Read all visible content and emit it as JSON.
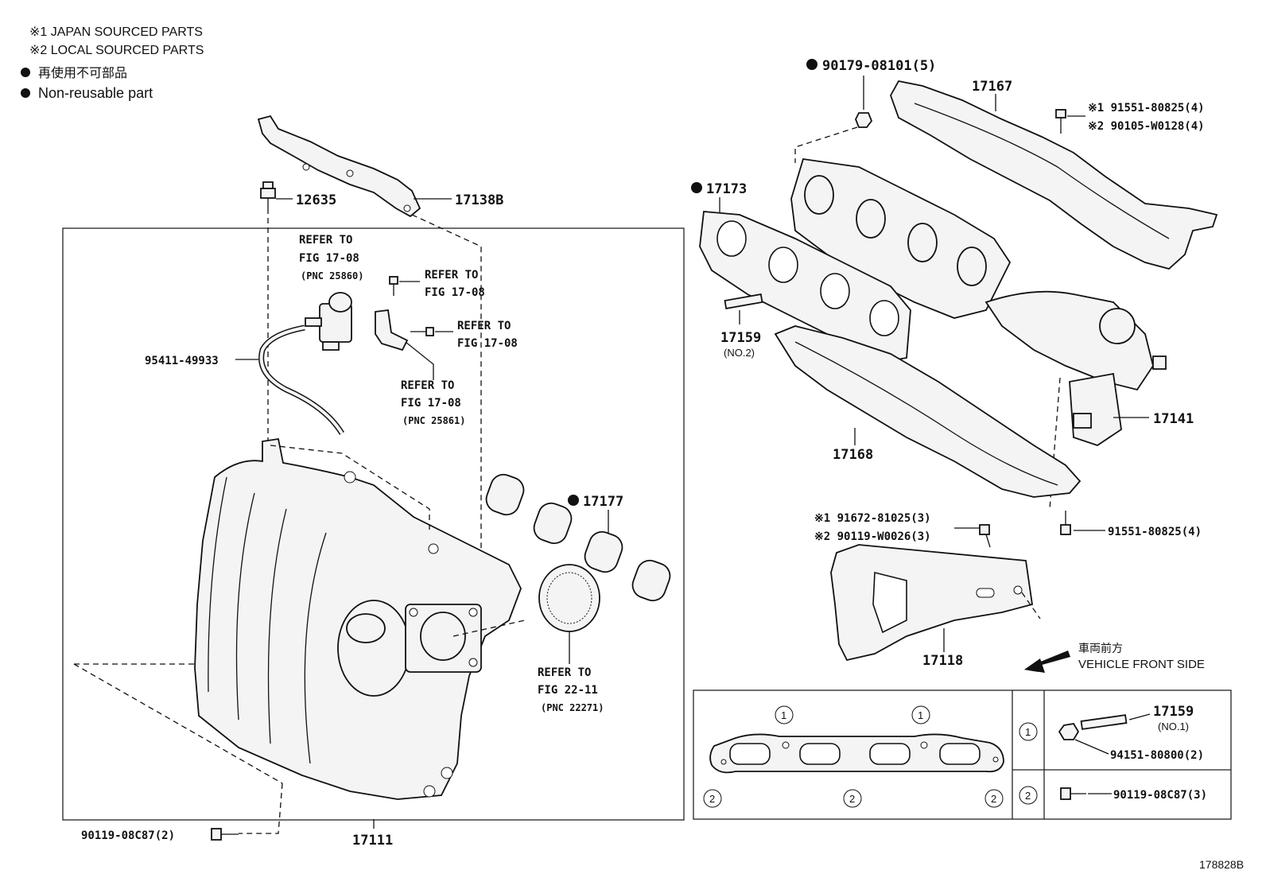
{
  "legend": {
    "japan": "※1 JAPAN SOURCED PARTS",
    "local": "※2 LOCAL SOURCED PARTS",
    "nonreuse_jp": "再使用不可部品",
    "nonreuse_en": "Non-reusable part"
  },
  "parts": {
    "p12635": "12635",
    "p17138B": "17138B",
    "refer_a_1": "REFER TO",
    "refer_a_2": "FIG 17-08",
    "refer_a_3": "(PNC 25860)",
    "refer_b_1": "REFER TO",
    "refer_b_2": "FIG 17-08",
    "refer_c_1": "REFER TO",
    "refer_c_2": "FIG 17-08",
    "refer_d_1": "REFER TO",
    "refer_d_2": "FIG 17-08",
    "refer_d_3": "(PNC 25861)",
    "p95411": "95411-49933",
    "p17177": "17177",
    "refer_e_1": "REFER TO",
    "refer_e_2": "FIG 22-11",
    "refer_e_3": "(PNC 22271)",
    "p90119_2": "90119-08C87(2)",
    "p17111": "17111",
    "p90179": "90179-08101(5)",
    "p17167": "17167",
    "p91551_a": "※1 91551-80825(4)",
    "p90105": "※2 90105-W0128(4)",
    "p17173": "17173",
    "p17159_no2": "17159",
    "p17159_no2_sub": "(NO.2)",
    "p17141": "17141",
    "p17168": "17168",
    "p91672": "※1 91672-81025(3)",
    "p90119_w": "※2 90119-W0026(3)",
    "p91551_b": "91551-80825(4)",
    "p17118": "17118",
    "front_jp": "車両前方",
    "front_en": "VEHICLE FRONT SIDE",
    "p17159_no1": "17159",
    "p17159_no1_sub": "(NO.1)",
    "p94151": "94151-80800(2)",
    "p90119_3": "90119-08C87(3)",
    "circle_1": "①",
    "circle_2": "②",
    "figure_id": "178828B"
  }
}
